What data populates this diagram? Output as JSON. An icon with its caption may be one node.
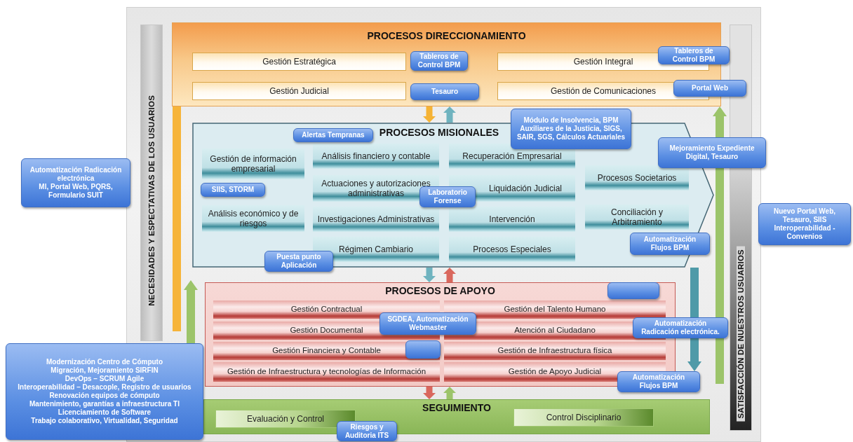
{
  "diagram": {
    "nodes": [
      {
        "text": [
          "NECESIDADES Y ESPECTATIVAS DE LOS USUARIOS"
        ]
      },
      {
        "text": [
          "SATISFACCIÓN DE NUESTROS USUARIOS"
        ]
      },
      {
        "text": [
          "PROCESOS DIRECCIONAMIENTO"
        ]
      },
      {
        "text": [
          "Gestión Estratégica"
        ],
        "in": 2
      },
      {
        "text": [
          "Gestión Integral"
        ],
        "in": 2
      },
      {
        "text": [
          "Gestión Judicial"
        ],
        "in": 2
      },
      {
        "text": [
          "Gestión de Comunicaciones"
        ],
        "in": 2
      },
      {
        "text": [
          "Tableros de Control BPM"
        ],
        "in": 2
      },
      {
        "text": [
          "Tableros de Control BPM"
        ]
      },
      {
        "text": [
          "Tesauro"
        ],
        "in": 2
      },
      {
        "text": [
          "Portal Web"
        ]
      },
      {
        "text": [
          "PROCESOS MISIONALES"
        ]
      },
      {
        "text": [
          "Gestión de información empresarial"
        ],
        "in": 11
      },
      {
        "text": [
          "Análisis económico y de riesgos"
        ],
        "in": 11
      },
      {
        "text": [
          "Análisis financiero y contable"
        ],
        "in": 11
      },
      {
        "text": [
          "Actuaciones y autorizaciones administrativas"
        ],
        "in": 11
      },
      {
        "text": [
          "Investigaciones Administrativas"
        ],
        "in": 11
      },
      {
        "text": [
          "Régimen Cambiario"
        ],
        "in": 11
      },
      {
        "text": [
          "Recuperación Empresarial"
        ],
        "in": 11
      },
      {
        "text": [
          "Liquidación Judicial"
        ],
        "in": 11
      },
      {
        "text": [
          "Intervención"
        ],
        "in": 11
      },
      {
        "text": [
          "Procesos Especiales"
        ],
        "in": 11
      },
      {
        "text": [
          "Procesos Societarios"
        ],
        "in": 11
      },
      {
        "text": [
          "Conciliación y Arbitramiento"
        ],
        "in": 11
      },
      {
        "text": [
          "Alertas Tempranas"
        ],
        "in": 11
      },
      {
        "text": [
          "Módulo de Insolvencia, BPM",
          "Auxiliares de la Justicia, SIGS, SAIR, SGS, Cálculos Actuariales"
        ]
      },
      {
        "text": [
          "SIIS, STORM"
        ],
        "in": 11
      },
      {
        "text": [
          "Laboratorio Forense"
        ],
        "in": 11
      },
      {
        "text": [
          "Mejoramiento Expediente Digital, Tesauro"
        ]
      },
      {
        "text": [
          "Automatización Flujos BPM"
        ],
        "in": 11
      },
      {
        "text": [
          "Puesta punto Aplicación"
        ]
      },
      {
        "text": [
          "PROCESOS DE APOYO"
        ]
      },
      {
        "text": [
          "Gestión Contractual"
        ],
        "in": 31
      },
      {
        "text": [
          "Gestión Documental"
        ],
        "in": 31
      },
      {
        "text": [
          "Gestión Financiera y Contable"
        ],
        "in": 31
      },
      {
        "text": [
          "Gestión de Infraestructura y tecnologías de Información"
        ],
        "in": 31
      },
      {
        "text": [
          "Gestión del Talento Humano"
        ],
        "in": 31
      },
      {
        "text": [
          "Atención al Ciudadano"
        ],
        "in": 31
      },
      {
        "text": [
          "Gestión de Infraestructura física"
        ],
        "in": 31
      },
      {
        "text": [
          "Gestión de Apoyo Judicial"
        ],
        "in": 31
      },
      {
        "text": [],
        "shape": "box",
        "in": 31
      },
      {
        "text": [
          "SGDEA, Automatización Webmaster"
        ],
        "in": 31
      },
      {
        "text": [],
        "shape": "box",
        "in": 34
      },
      {
        "text": [
          "Automatización Radicación electrónica."
        ]
      },
      {
        "text": [
          "Automatización Flujos BPM"
        ]
      },
      {
        "text": [
          "SEGUIMIENTO"
        ]
      },
      {
        "text": [
          "Evaluación y Control"
        ],
        "in": 45
      },
      {
        "text": [
          "Control Disciplinario"
        ],
        "in": 45
      },
      {
        "text": [
          "Riesgos y Auditoria ITS"
        ]
      },
      {
        "text": [
          "Automatización Radicación electrónica",
          "MI, Portal Web, PQRS, Formulario SUIT"
        ]
      },
      {
        "text": [
          "Nuevo Portal Web, Tesauro, SIIS",
          "Interoperabilidad - Convenios"
        ]
      },
      {
        "text": [
          "Modernización Centro de Cómputo",
          "Migración, Mejoramiento SIRFIN",
          "DevOps – SCRUM Agile",
          "Interoperabilidad – Desacople, Registro de usuarios",
          "Renovación equipos de cómputo",
          "Mantenimiento, garantías a infraestructura TI",
          "Licenciamiento de Software",
          "Trabajo colaborativo, Virtualidad, Seguridad"
        ]
      }
    ],
    "edges": [
      {
        "from": 2,
        "to": 11,
        "arrow": "to",
        "color": "#f5b335"
      },
      {
        "from": 11,
        "to": 2,
        "arrow": "to",
        "color": "#6fb3bf"
      },
      {
        "from": 11,
        "to": 31,
        "arrow": "to",
        "color": "#6fb3bf"
      },
      {
        "from": 31,
        "to": 11,
        "arrow": "to",
        "color": "#d9675d"
      },
      {
        "from": 31,
        "to": 45,
        "arrow": "to",
        "color": "#d9675d"
      },
      {
        "from": 45,
        "to": 31,
        "arrow": "to",
        "color": "#9cc46a"
      },
      {
        "from": 2,
        "to": null,
        "arrow": "none",
        "style": "thick",
        "color": "#f6b43a"
      },
      {
        "from": 1,
        "to": 2,
        "arrow": "to",
        "style": "thick",
        "color": "#9cc46a"
      },
      {
        "from": 11,
        "to": 44,
        "arrow": "to",
        "style": "thick",
        "color": "#4f9aa8"
      },
      {
        "from": 51,
        "to": null,
        "arrow": "to",
        "style": "thick",
        "color": "#9cc46a"
      }
    ]
  }
}
